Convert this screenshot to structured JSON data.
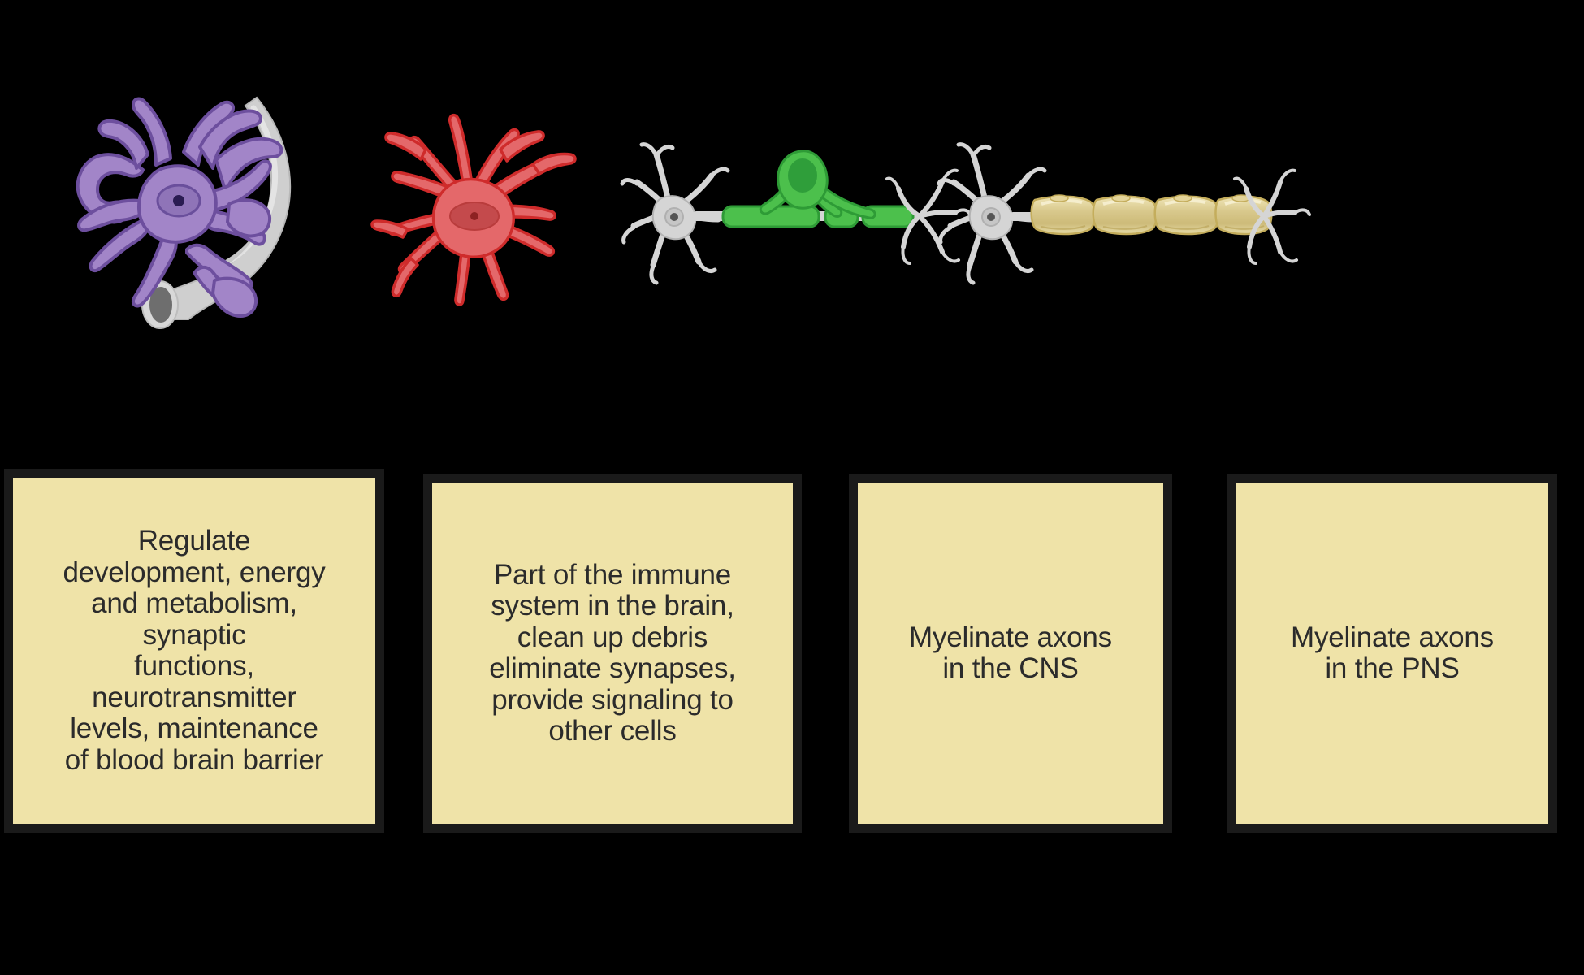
{
  "background_color": "#000000",
  "illustrations": [
    {
      "id": "astrocyte",
      "name": "Astrocyte contacting a blood vessel",
      "body_color": "#a285c8",
      "outline_color": "#6d4f9e",
      "nucleus_color": "#6a4f9c",
      "vessel_color": "#c9c9c9",
      "vessel_lumen_color": "#6e6e6e"
    },
    {
      "id": "microglia",
      "name": "Microglia cell",
      "body_color": "#e4686a",
      "outline_color": "#cf2b2b",
      "nucleus_color": "#b93c3c"
    },
    {
      "id": "oligodendrocyte",
      "name": "Oligodendrocyte myelinating a CNS axon",
      "body_color": "#4cc04c",
      "outline_color": "#2e9b36",
      "nucleus_color": "#2f9e3a",
      "neuron_color": "#d5d5d5",
      "neuron_outline": "#b3b3b3"
    },
    {
      "id": "schwann",
      "name": "Schwann cells myelinating a PNS axon",
      "body_color": "#ddcf96",
      "outline_color": "#c4ad5c",
      "highlight_color": "#f4ecc8",
      "neuron_color": "#d5d5d5",
      "neuron_outline": "#b3b3b3"
    }
  ],
  "captions": {
    "box_fill_color": "#efe3a8",
    "box_border_color": "#1a1a1a",
    "text_color": "#2b2b2b",
    "items": [
      {
        "id": "astrocyte-caption",
        "text": "Regulate\ndevelopment, energy\nand metabolism,\nsynaptic\nfunctions,\nneurotransmitter\nlevels, maintenance\nof blood brain barrier"
      },
      {
        "id": "microglia-caption",
        "text": "Part of the immune\nsystem in the brain,\nclean up debris\neliminate synapses,\nprovide signaling to\nother cells"
      },
      {
        "id": "oligodendrocyte-caption",
        "text": "Myelinate axons\nin the CNS"
      },
      {
        "id": "schwann-caption",
        "text": "Myelinate axons\nin the PNS"
      }
    ]
  }
}
